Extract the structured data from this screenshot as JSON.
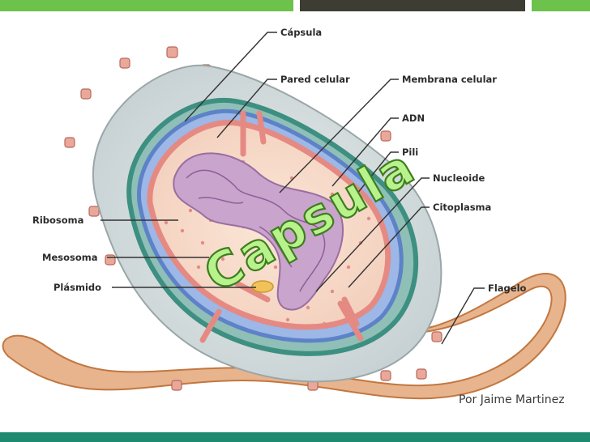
{
  "labels": {
    "capsula": "Cápsula",
    "pared_celular": "Pared celular",
    "membrana_celular": "Membrana celular",
    "adn": "ADN",
    "pili": "Pili",
    "nucleoide": "Nucleoide",
    "citoplasma": "Citoplasma",
    "ribosoma": "Ribosoma",
    "mesosoma": "Mesosoma",
    "plasmido": "Plásmido",
    "flagelo": "Flagelo"
  },
  "overlay_title": "Capsula",
  "author_caption": "Por Jaime Martinez",
  "colors": {
    "top_bar_left": "#6cc24a",
    "top_bar_middle": "#3d3d33",
    "top_bar_right": "#6cc24a",
    "bottom_bar": "#1f8a70",
    "wordart_fill": "#b8f28c",
    "wordart_stroke": "#3e7d1e"
  }
}
